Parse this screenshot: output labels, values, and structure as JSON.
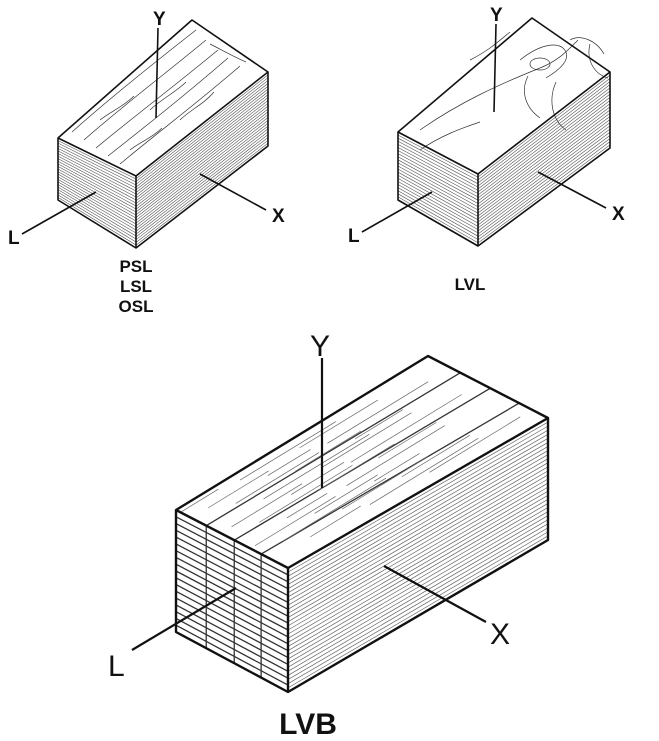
{
  "diagrams": [
    {
      "id": "strand",
      "captions": [
        "PSL",
        "LSL",
        "OSL"
      ],
      "axes": {
        "y": "Y",
        "x": "X",
        "l": "L"
      }
    },
    {
      "id": "veneer",
      "captions": [
        "LVL"
      ],
      "axes": {
        "y": "Y",
        "x": "X",
        "l": "L"
      }
    },
    {
      "id": "bundle",
      "captions": [
        "LVB"
      ],
      "axes": {
        "y": "Y",
        "x": "X",
        "l": "L"
      }
    }
  ],
  "colors": {
    "line": "#111111",
    "background": "#ffffff"
  }
}
